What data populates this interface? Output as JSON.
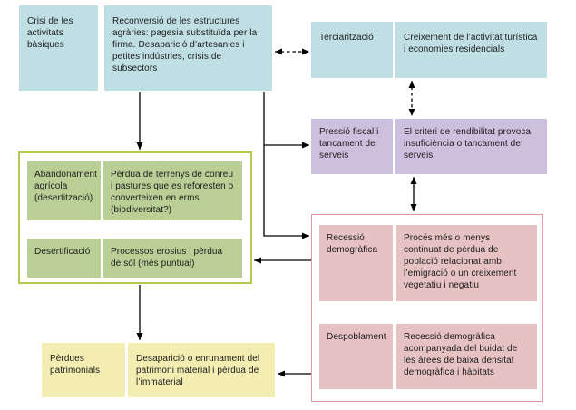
{
  "palette": {
    "cyan_box": "#c0dfe4",
    "purple_box": "#ccc0de",
    "green_box_fill": "#bacf95",
    "green_group_border": "#b2ca55",
    "pink_box_fill": "#e6c2c3",
    "pink_group_border": "#e39ba2",
    "yellow_box": "#f3edb2",
    "text": "#1c1c1c",
    "arrow": "#000000"
  },
  "nodes": {
    "crisi_activitats": {
      "label": "Crisi de les activitats bàsiques"
    },
    "reconversio": {
      "label": "Reconversió de les estructures agràries: pagesia substituïda per la firma. Desaparició d’artesanies i petites indústries, crisis de subsectors"
    },
    "terciaritzacio": {
      "label": "Terciarització"
    },
    "creixement_turistic": {
      "label": "Creixement de l’activitat turística i economies residencials"
    },
    "pressio_fiscal": {
      "label": "Pressió fiscal i tancament de serveis"
    },
    "criteri_rendibilitat": {
      "label": "El criteri de rendibilitat provoca insuficiència o tancament de serveis"
    },
    "abandonament_agricola": {
      "label": "Abandonament agrícola (desertització)"
    },
    "perdua_terrenys": {
      "label": "Pèrdua de terrenys de conreu i pastures que es reforesten o converteixen en erms (biodiversitat?)"
    },
    "desertificacio": {
      "label": "Desertificació"
    },
    "processos_erosius": {
      "label": "Processos erosius i pèrdua de sòl (més puntual)"
    },
    "recessio_demografica": {
      "label": "Recessió demogràfica"
    },
    "proces_perdua_poblacio": {
      "label": "Procés més o menys continuat de pèrdua de població relacionat amb l’emigració o un creixement vegetatiu i negatiu"
    },
    "despoblament": {
      "label": "Despoblament"
    },
    "recessio_buidat": {
      "label": "Recessió demogràfica acompanyada del buidat de les àrees de baixa densitat demogràfica i hàbitats"
    },
    "perdues_patrimonials": {
      "label": "Pèrdues patrimonials"
    },
    "desaparicio_patrimoni": {
      "label": "Desaparició o enrunament del patrimoni material i pèrdua de l’immaterial"
    }
  }
}
